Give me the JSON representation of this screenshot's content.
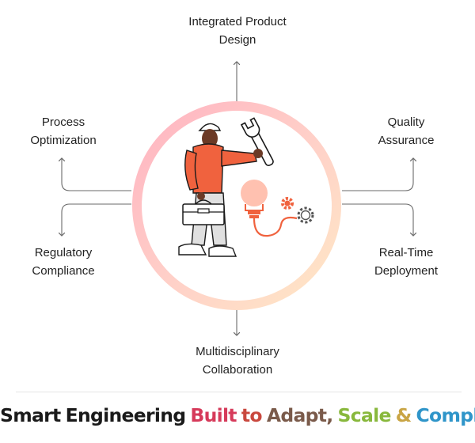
{
  "nodes": {
    "top": [
      "Integrated Product",
      "Design"
    ],
    "process": [
      "Process",
      "Optimization"
    ],
    "quality": [
      "Quality",
      "Assurance"
    ],
    "regulatory": [
      "Regulatory",
      "Compliance"
    ],
    "realtime": [
      "Real-Time",
      "Deployment"
    ],
    "bottom": [
      "Multidisciplinary",
      "Collaboration"
    ]
  },
  "headline": {
    "words": [
      {
        "text": "Smart",
        "color": "#1a1a1a"
      },
      {
        "text": "Engineering",
        "color": "#1a1a1a"
      },
      {
        "text": "Built",
        "color": "#d63a5a"
      },
      {
        "text": "to",
        "color": "#c9483e"
      },
      {
        "text": "Adapt,",
        "color": "#7a5a4a"
      },
      {
        "text": "Scale",
        "color": "#88b83c"
      },
      {
        "text": "&",
        "color": "#c9a545"
      },
      {
        "text": "Comply",
        "color": "#2f95c9"
      }
    ]
  },
  "colors": {
    "ring_start": "#ffb8c4",
    "ring_end": "#ffe6c2",
    "line": "#6a6a6a",
    "accent": "#f0623e"
  },
  "icons": [
    "worker-illustration",
    "wrench-icon",
    "toolbox-icon",
    "lightbulb-icon",
    "gear-icon"
  ]
}
